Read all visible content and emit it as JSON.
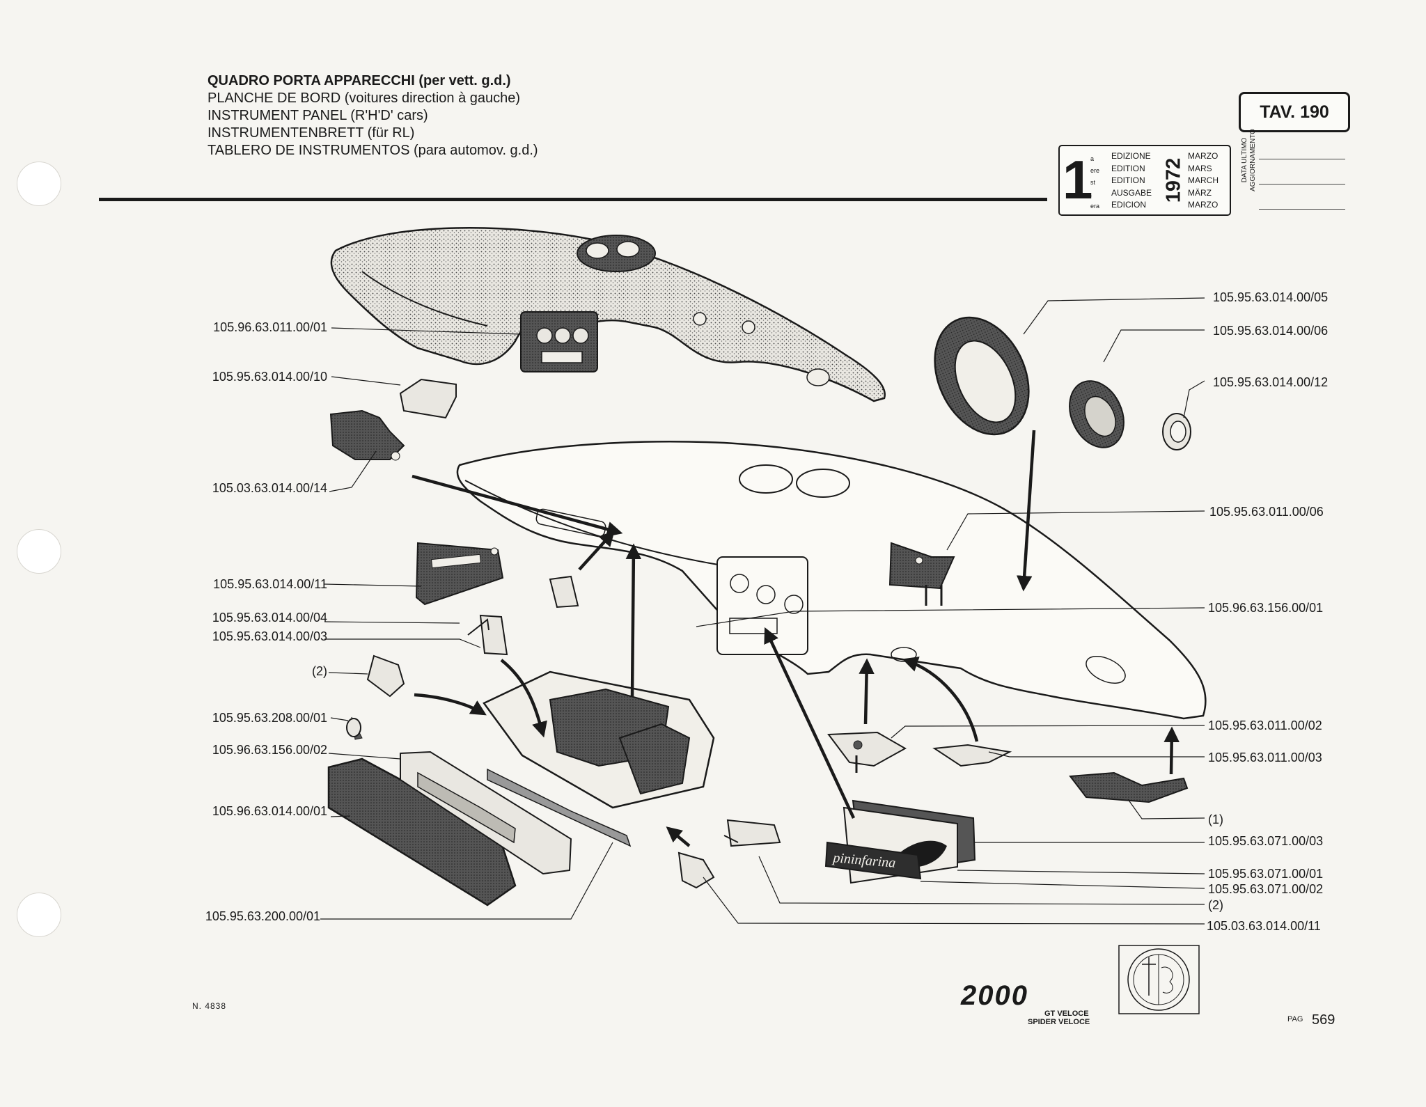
{
  "header": {
    "titles": [
      "QUADRO PORTA APPARECCHI (per vett. g.d.)",
      "PLANCHE DE BORD (voitures direction à gauche)",
      "INSTRUMENT PANEL (R'H'D' cars)",
      "INSTRUMENTENBRETT (für RL)",
      "TABLERO DE INSTRUMENTOS (para automov. g.d.)"
    ],
    "tav": "TAV. 190"
  },
  "edition_box": {
    "big_number": "1",
    "superscripts": [
      "a",
      "ere",
      "st",
      ".",
      "era"
    ],
    "editions": [
      "EDIZIONE",
      "EDITION",
      "EDITION",
      "AUSGABE",
      "EDICION"
    ],
    "year": "1972",
    "months": [
      "MARZO",
      "MARS",
      "MARCH",
      "MÄRZ",
      "MARZO"
    ],
    "update_label_line1": "DATA ULTIMO",
    "update_label_line2": "AGGIORNAMENTO"
  },
  "part_labels_left": [
    "105.96.63.011.00/01",
    "105.95.63.014.00/10",
    "105.03.63.014.00/14",
    "105.95.63.014.00/11",
    "105.95.63.014.00/04",
    "105.95.63.014.00/03",
    "(2)",
    "105.95.63.208.00/01",
    "105.96.63.156.00/02",
    "105.96.63.014.00/01",
    "105.95.63.200.00/01"
  ],
  "part_labels_right": [
    "105.95.63.014.00/05",
    "105.95.63.014.00/06",
    "105.95.63.014.00/12",
    "105.95.63.011.00/06",
    "105.96.63.156.00/01",
    "105.95.63.011.00/02",
    "105.95.63.011.00/03",
    "(1)",
    "105.95.63.071.00/03",
    "105.95.63.071.00/01",
    "105.95.63.071.00/02",
    "(2)",
    "105.03.63.014.00/11"
  ],
  "badge_text": "pininfarina",
  "footer": {
    "n_number": "N. 4838",
    "model": "2000",
    "model_sub1": "GT VELOCE",
    "model_sub2": "SPIDER VELOCE",
    "pag_label": "PAG",
    "page_number": "569"
  }
}
